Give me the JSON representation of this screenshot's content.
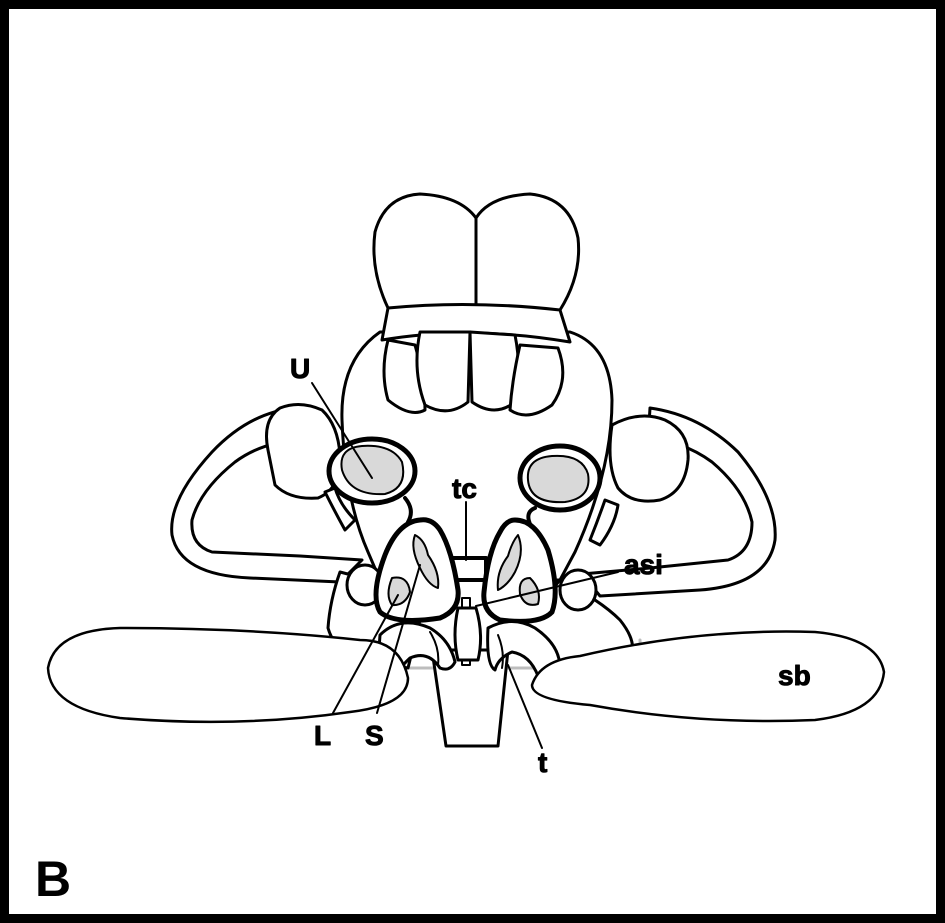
{
  "figure": {
    "panel_label": "B",
    "labels": {
      "U": "U",
      "tc": "tc",
      "asi": "asi",
      "sb": "sb",
      "L": "L",
      "S": "S",
      "t": "t"
    }
  },
  "colors": {
    "line": "#000000",
    "fill": "#ffffff",
    "shade": "#d9d9d9",
    "faint": "#bdbdbd"
  }
}
